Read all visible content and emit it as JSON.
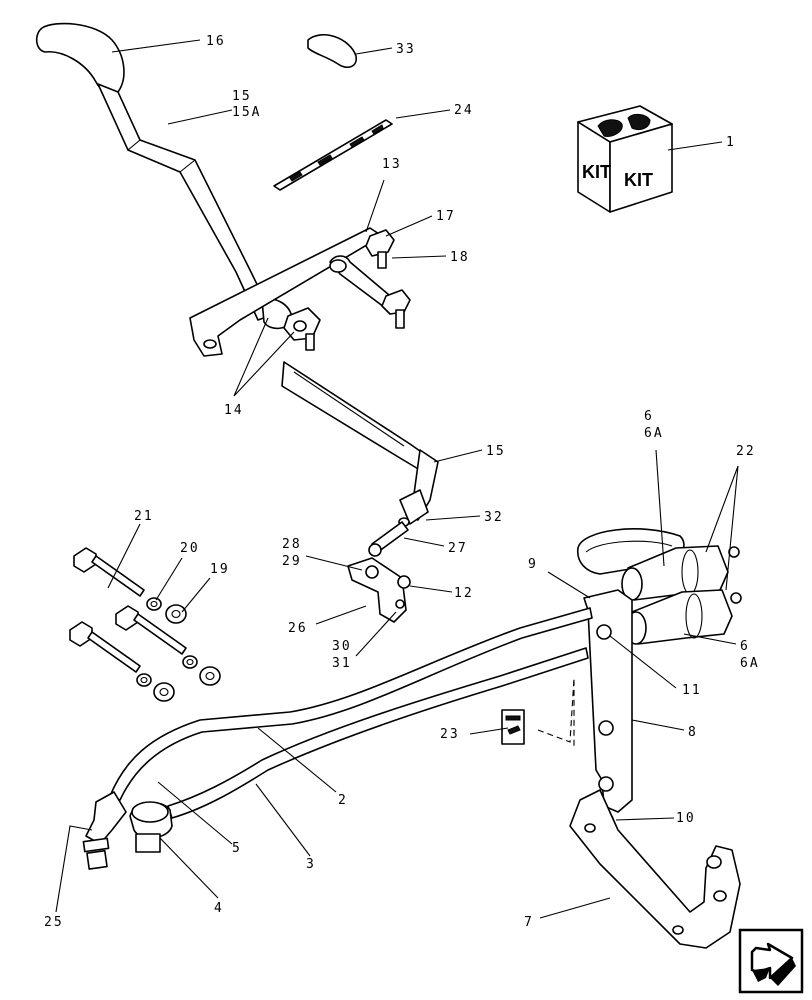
{
  "diagram": {
    "callouts": {
      "c16": "16",
      "c33": "33",
      "c15_a": "15",
      "c15A": "15A",
      "c24": "24",
      "c1": "1",
      "c13": "13",
      "c17": "17",
      "c18": "18",
      "c14": "14",
      "c6_top": "6",
      "c6A_top": "6A",
      "c22": "22",
      "c15_b": "15",
      "c21": "21",
      "c20": "20",
      "c19": "19",
      "c32": "32",
      "c28": "28",
      "c29": "29",
      "c27": "27",
      "c9": "9",
      "c12": "12",
      "c26": "26",
      "c30": "30",
      "c31": "31",
      "c6_bot": "6",
      "c6A_bot": "6A",
      "c11": "11",
      "c23": "23",
      "c8": "8",
      "c2": "2",
      "c5": "5",
      "c3": "3",
      "c10": "10",
      "c25": "25",
      "c4": "4",
      "c7": "7"
    },
    "kit_label": "KIT"
  },
  "navigation": {
    "next_icon": "arrow-next-icon"
  }
}
